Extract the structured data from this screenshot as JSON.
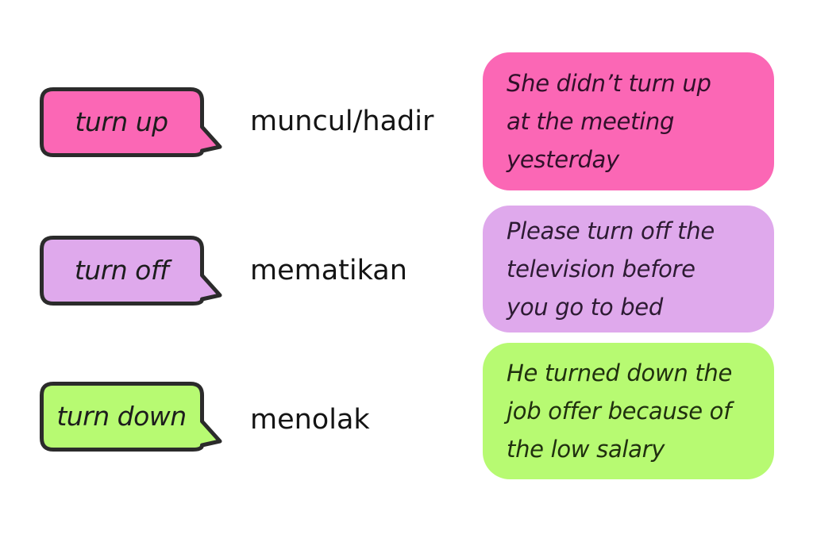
{
  "page": {
    "background": "#ffffff",
    "outline_color": "#2b2b2b"
  },
  "rows": [
    {
      "phrase": "turn up",
      "meaning": "muncul/hadir",
      "example": "She didn’t turn up at the meeting yesterday",
      "example_lines": [
        "She didn’t turn up",
        "at the meeting",
        "yesterday"
      ],
      "bubble_color": "#fb67b5",
      "example_text_color": "#31102a"
    },
    {
      "phrase": "turn off",
      "meaning": "mematikan",
      "example": "Please turn off the television before you go to bed",
      "example_lines": [
        "Please turn off the",
        "television before",
        "you go to bed"
      ],
      "bubble_color": "#dfa9ec",
      "example_text_color": "#2d1b33"
    },
    {
      "phrase": "turn down",
      "meaning": "menolak",
      "example": "He turned down the job offer because of the low salary",
      "example_lines": [
        "He turned down the",
        "job offer because of",
        "the low salary"
      ],
      "bubble_color": "#b7fa72",
      "example_text_color": "#20300f"
    }
  ]
}
